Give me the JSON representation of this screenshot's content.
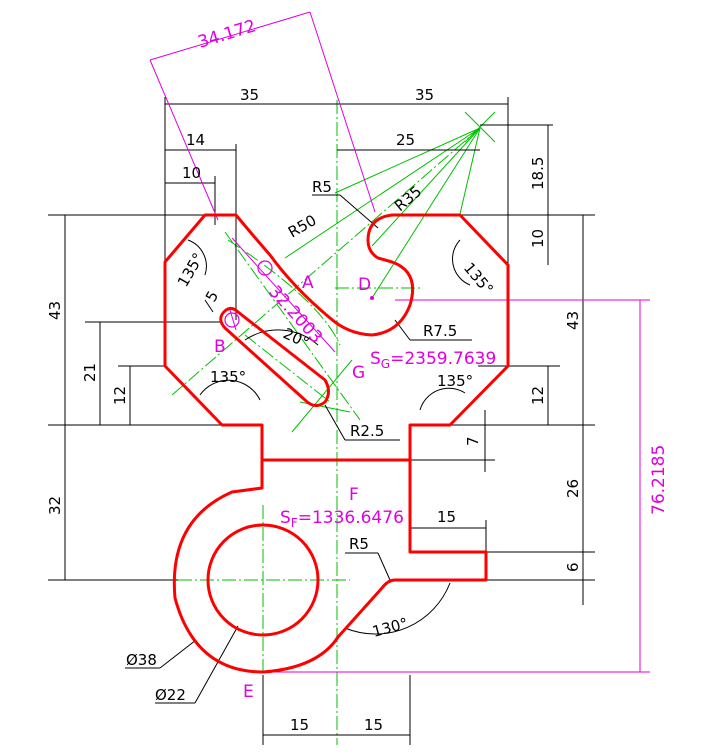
{
  "colors": {
    "outline": "#ff0000",
    "dimension": "#000000",
    "centerline": "#00c000",
    "analysis": "#e000e0"
  },
  "dimensions": {
    "d_34_172": "34.172",
    "d_35_left": "35",
    "d_35_right": "35",
    "d_14": "14",
    "d_10_top": "10",
    "d_25": "25",
    "d_18_5": "18.5",
    "d_10_right": "10",
    "d_43_left": "43",
    "d_43_right": "43",
    "d_21": "21",
    "d_12_left": "12",
    "d_12_right": "12",
    "d_32": "32",
    "d_26": "26",
    "d_7": "7",
    "d_6": "6",
    "d_15_tab": "15",
    "d_15_bottom_left": "15",
    "d_15_bottom_right": "15",
    "d_76_2185": "76.2185",
    "d_32_2003": "32.2003",
    "d_5": "5",
    "r5_top": "R5",
    "r50": "R50",
    "r35": "R35",
    "r7_5": "R7.5",
    "r2_5": "R2.5",
    "r5_bottom": "R5",
    "phi38": "Ø38",
    "phi22": "Ø22"
  },
  "angles": {
    "a135_upper_left": "135°",
    "a135_upper_right": "135°",
    "a135_lower_left": "135°",
    "a135_lower_right": "135°",
    "a20": "20°",
    "a130": "130°"
  },
  "points": {
    "A": "A",
    "B": "B",
    "D": "D",
    "G": "G",
    "F": "F",
    "E": "E"
  },
  "areas": {
    "sg": "S",
    "sg_sub": "G",
    "sg_value": "=2359.7639",
    "sf": "S",
    "sf_sub": "F",
    "sf_value": "=1336.6476"
  }
}
